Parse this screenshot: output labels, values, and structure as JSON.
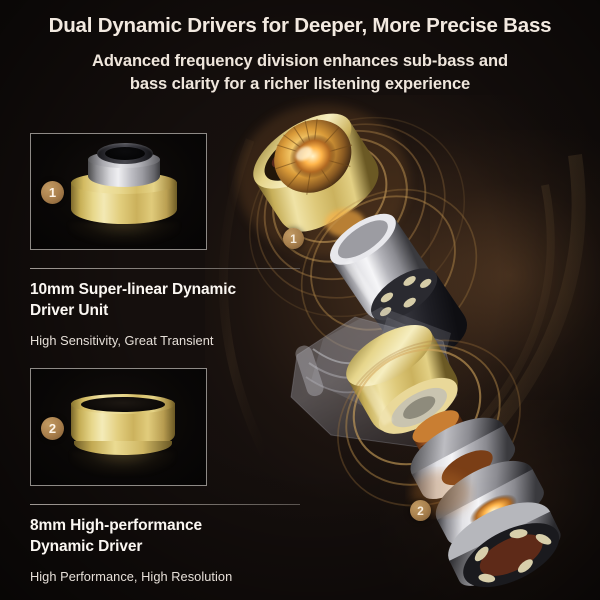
{
  "page": {
    "background_color": "#150F0D",
    "accent_gold": "#E2CE7E",
    "badge_color": "#A97F4C",
    "text_color": "#F2E9E0"
  },
  "header": {
    "title": "Dual Dynamic Drivers for Deeper, More Precise Bass",
    "subtitle_line1": "Advanced frequency division enhances sub-bass and",
    "subtitle_line2": "bass clarity for a richer listening experience"
  },
  "features": [
    {
      "badge": "1",
      "title_line1": "10mm Super-linear Dynamic",
      "title_line2": "Driver Unit",
      "caption": "High Sensitivity, Great Transient",
      "thumbnail_alt": "gold-driver-with-silver-and-black-rings"
    },
    {
      "badge": "2",
      "title_line1": "8mm High-performance",
      "title_line2": "Dynamic Driver",
      "caption": "High Performance, High Resolution",
      "thumbnail_alt": "short-wide-gold-driver-ring"
    }
  ],
  "diagram": {
    "alt": "exploded-view-dual-dynamic-driver-earphone",
    "badge_1": "1",
    "badge_2": "2",
    "parts": [
      "10mm gold dynamic driver with ribbed diaphragm",
      "sound wave rings",
      "chrome magnet cylinder",
      "translucent acoustic housing",
      "8mm gold dynamic driver",
      "copper voice coil",
      "silver magnet assembly"
    ]
  }
}
